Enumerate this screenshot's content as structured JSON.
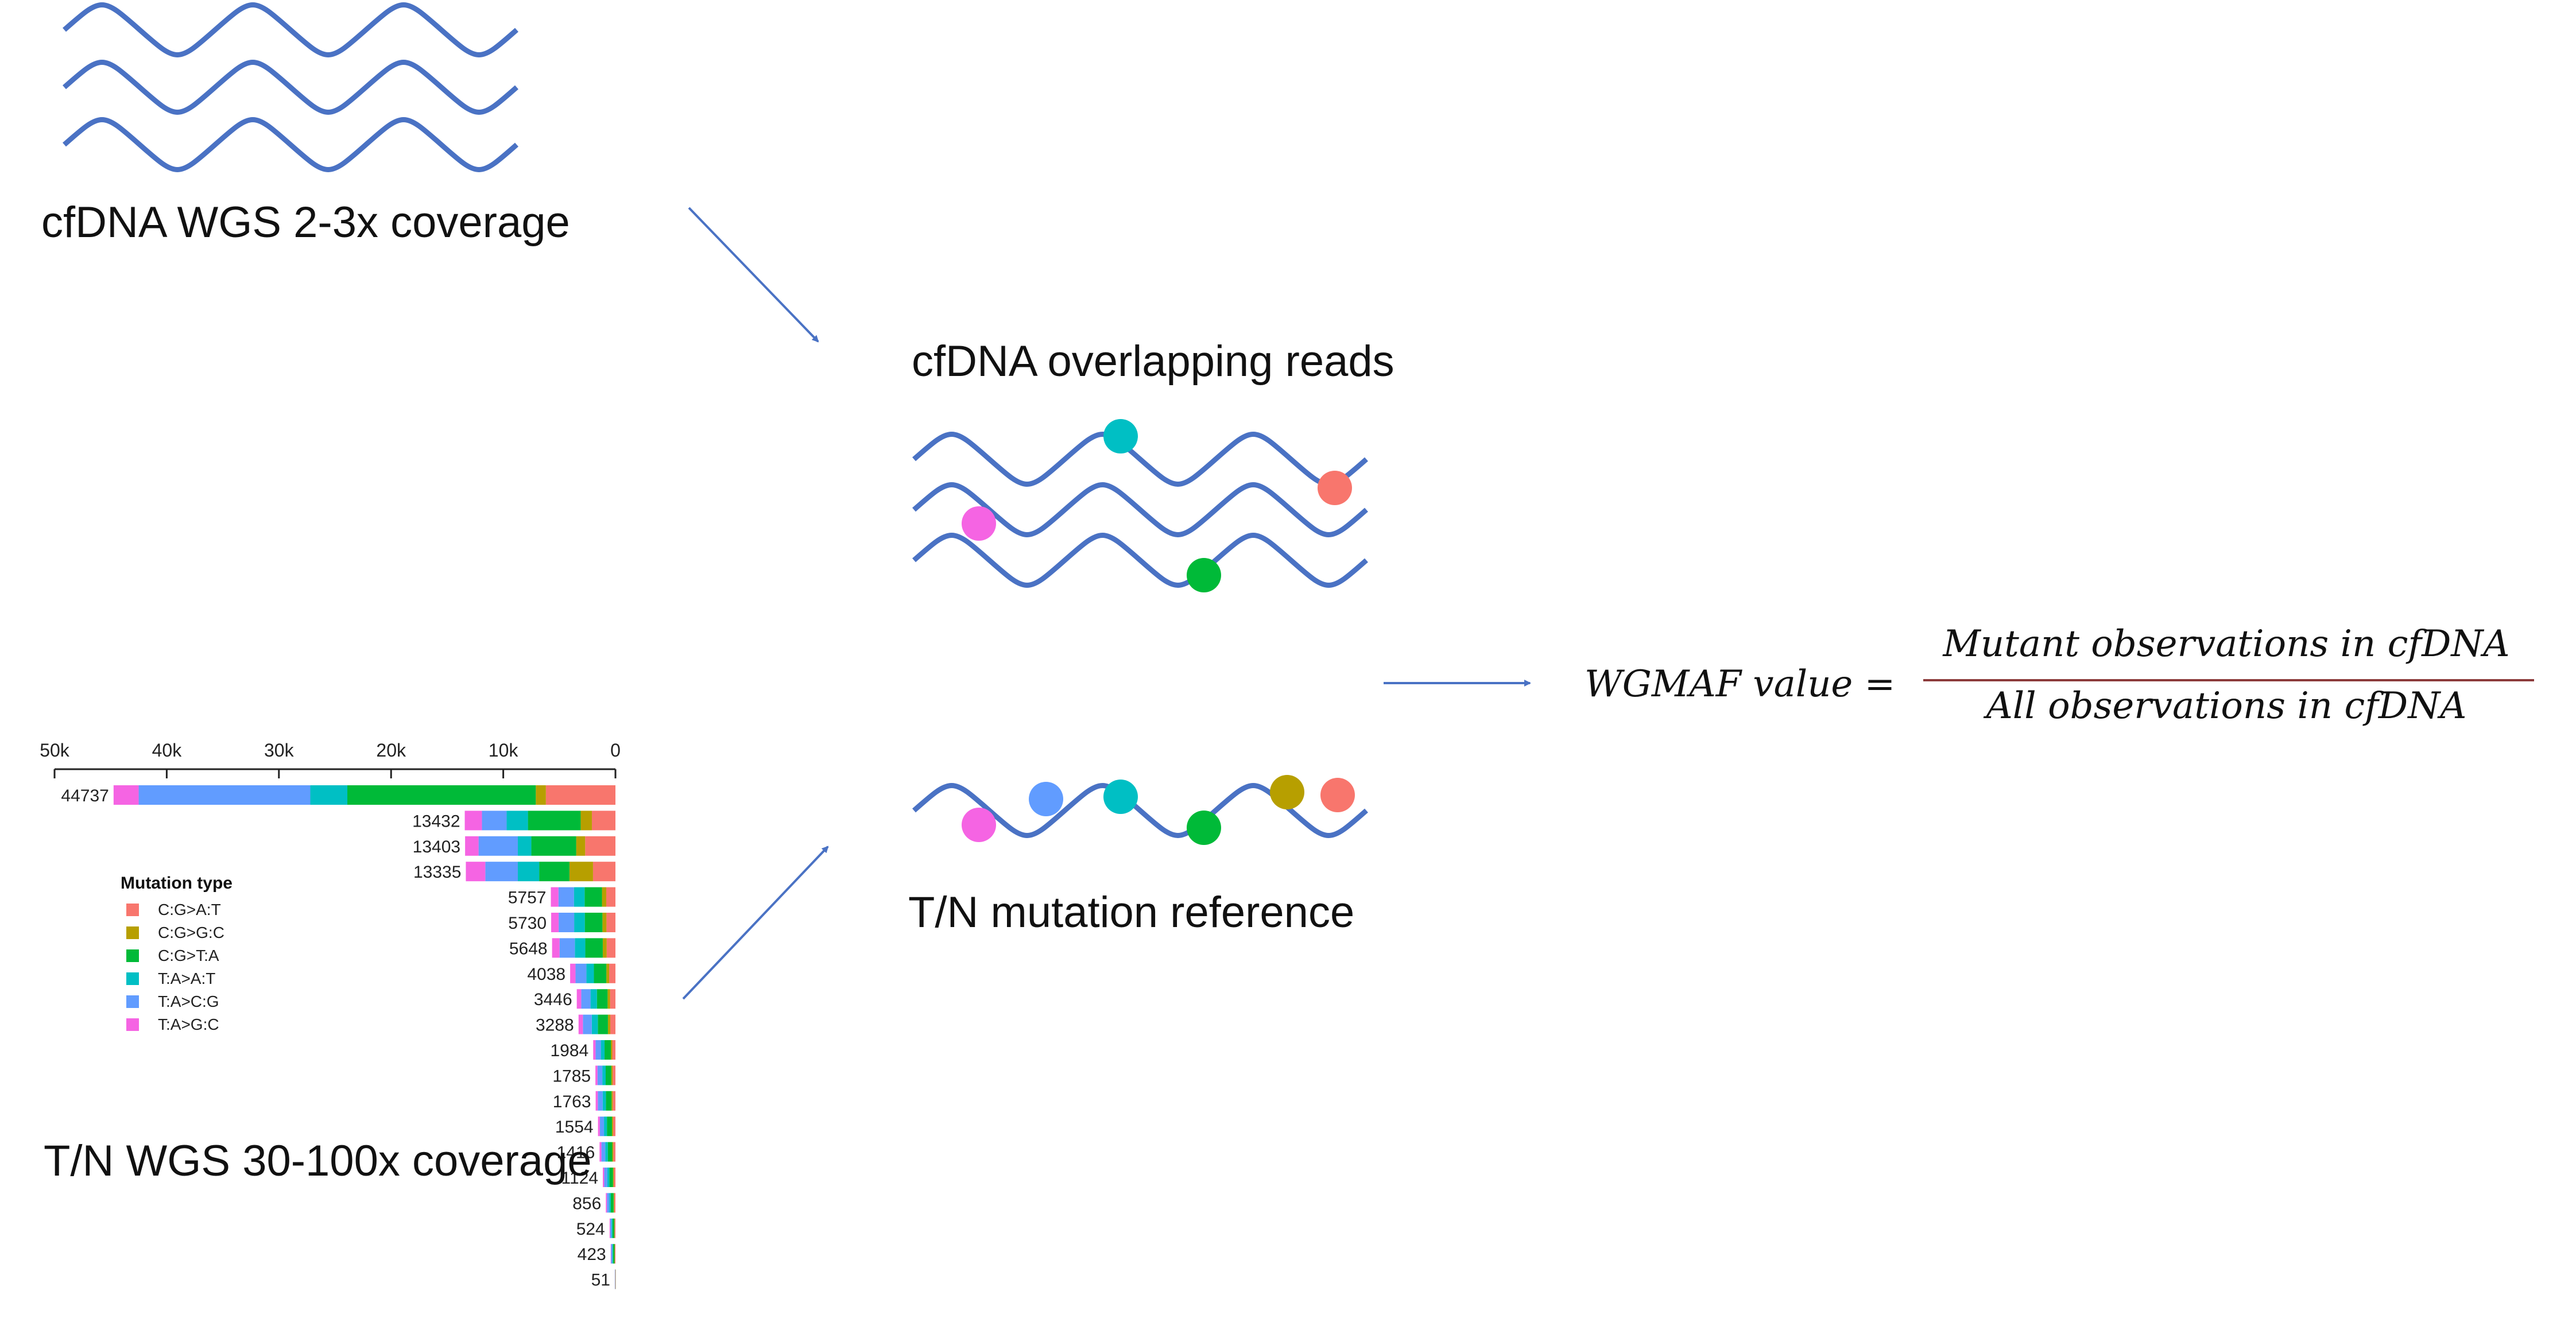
{
  "labels": {
    "cfdna_wgs": "cfDNA WGS 2-3x coverage",
    "cfdna_overlap": "cfDNA overlapping reads",
    "tn_reference": "T/N mutation reference",
    "tn_wgs": "T/N WGS 30-100x coverage"
  },
  "formula": {
    "lhs": "WGMAF value =",
    "numerator": "Mutant observations in cfDNA",
    "denominator": "All observations in cfDNA"
  },
  "colors": {
    "strand": "#4a72c4",
    "arrow": "#4a72c4",
    "CGAT": "#f8766d",
    "CGGC": "#b79f00",
    "CGTA": "#00ba38",
    "TAAT": "#00bfc4",
    "TACG": "#619cff",
    "TAGC": "#f564e3"
  },
  "chart_data": {
    "type": "bar",
    "orientation": "horizontal-reversed",
    "xlim": [
      50000,
      0
    ],
    "x_ticks": [
      "50k",
      "40k",
      "30k",
      "20k",
      "10k",
      "0"
    ],
    "legend_title": "Mutation type",
    "legend_position": "left",
    "categories": [
      "44737",
      "13432",
      "13403",
      "13335",
      "5757",
      "5730",
      "5648",
      "4038",
      "3446",
      "3288",
      "1984",
      "1785",
      "1763",
      "1554",
      "1416",
      "1124",
      "856",
      "524",
      "423",
      "51"
    ],
    "totals": [
      44737,
      13432,
      13403,
      13335,
      5757,
      5730,
      5648,
      4038,
      3446,
      3288,
      1984,
      1785,
      1763,
      1554,
      1416,
      1124,
      856,
      524,
      423,
      51
    ],
    "series": [
      {
        "name": "C:G>A:T",
        "color_key": "CGAT",
        "values": [
          6200,
          2100,
          2700,
          2000,
          820,
          800,
          780,
          560,
          480,
          460,
          280,
          250,
          240,
          210,
          190,
          150,
          110,
          70,
          50,
          6
        ]
      },
      {
        "name": "C:G>G:C",
        "color_key": "CGGC",
        "values": [
          900,
          1000,
          800,
          2100,
          380,
          360,
          350,
          250,
          220,
          210,
          130,
          120,
          110,
          100,
          90,
          70,
          55,
          30,
          30,
          4
        ]
      },
      {
        "name": "C:G>T:A",
        "color_key": "CGTA",
        "values": [
          16800,
          4700,
          4000,
          2700,
          1550,
          1570,
          1560,
          1110,
          950,
          900,
          560,
          500,
          500,
          450,
          400,
          330,
          250,
          160,
          140,
          17
        ]
      },
      {
        "name": "T:A>A:T",
        "color_key": "TAAT",
        "values": [
          3300,
          1900,
          1200,
          1900,
          950,
          950,
          930,
          670,
          570,
          540,
          330,
          300,
          290,
          260,
          230,
          180,
          140,
          90,
          70,
          9
        ]
      },
      {
        "name": "T:A>C:G",
        "color_key": "TACG",
        "values": [
          15300,
          2200,
          3500,
          2900,
          1380,
          1380,
          1360,
          970,
          830,
          790,
          470,
          430,
          430,
          370,
          340,
          270,
          200,
          120,
          100,
          12
        ]
      },
      {
        "name": "T:A>G:C",
        "color_key": "TAGC",
        "values": [
          2237,
          1532,
          1203,
          1735,
          677,
          670,
          668,
          478,
          396,
          388,
          214,
          185,
          193,
          164,
          166,
          124,
          101,
          54,
          33,
          3
        ]
      }
    ]
  }
}
